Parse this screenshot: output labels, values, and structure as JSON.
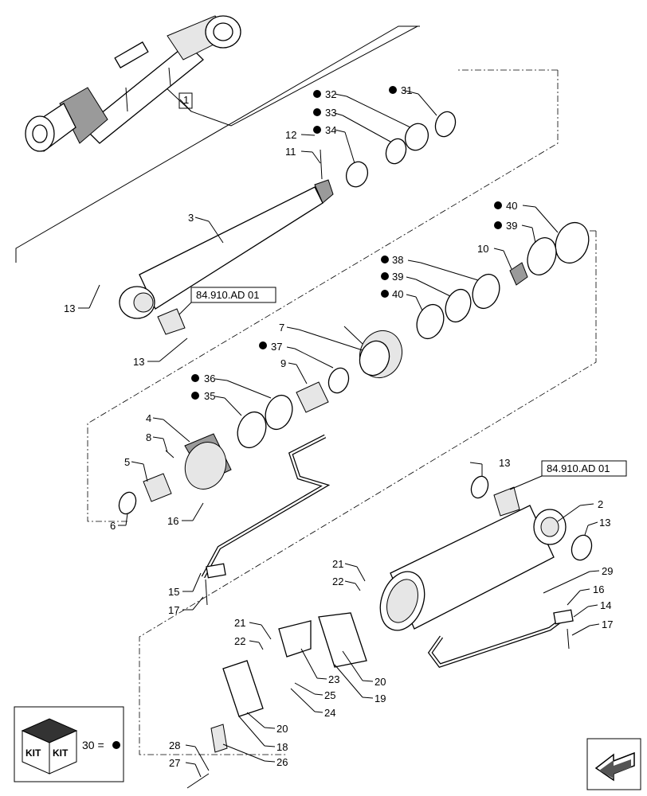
{
  "callouts": {
    "c1": "1",
    "c2": "2",
    "c3": "3",
    "c4": "4",
    "c5": "5",
    "c6": "6",
    "c7": "7",
    "c8": "8",
    "c9": "9",
    "c10": "10",
    "c11": "11",
    "c12": "12",
    "c13a": "13",
    "c13b": "13",
    "c13c": "13",
    "c13d": "13",
    "c14": "14",
    "c15": "15",
    "c16a": "16",
    "c16b": "16",
    "c17a": "17",
    "c17b": "17",
    "c18": "18",
    "c19": "19",
    "c20a": "20",
    "c20b": "20",
    "c21a": "21",
    "c21b": "21",
    "c22a": "22",
    "c22b": "22",
    "c23": "23",
    "c24": "24",
    "c25": "25",
    "c26": "26",
    "c27": "27",
    "c28": "28",
    "c29": "29",
    "c31": "31",
    "c32": "32",
    "c33": "33",
    "c34": "34",
    "c35": "35",
    "c36": "36",
    "c37": "37",
    "c38": "38",
    "c39a": "39",
    "c39b": "39",
    "c40a": "40",
    "c40b": "40"
  },
  "references": {
    "ref_upper": "84.910.AD 01",
    "ref_lower": "84.910.AD 01"
  },
  "kit_legend": {
    "kit_word_1": "KIT",
    "kit_word_2": "KIT",
    "equation": "30 ="
  }
}
